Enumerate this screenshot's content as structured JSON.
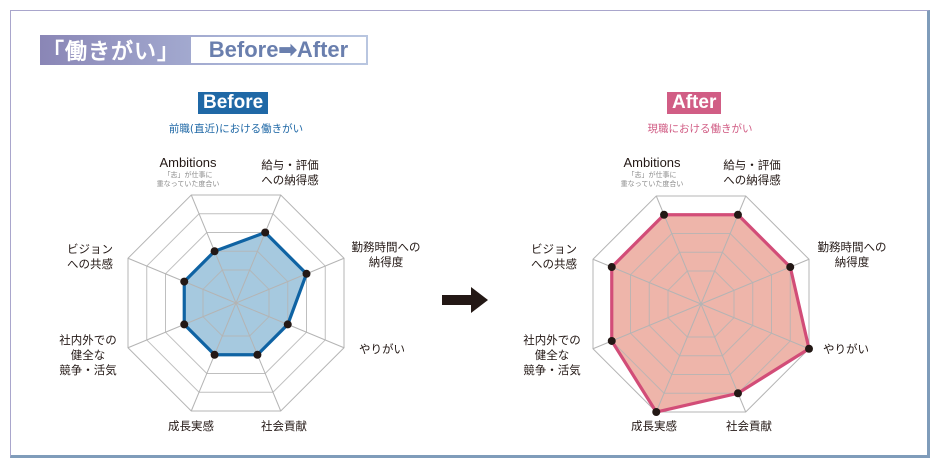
{
  "title": {
    "main": "「働きがい」",
    "sub": "Before➡After"
  },
  "colors": {
    "before_line": "#0f63a3",
    "before_fill": "#a6c9df",
    "after_line": "#d24d78",
    "after_fill": "#eeb5aa",
    "grid": "#b4b4b4",
    "grid_inner": "#8f9aa3",
    "dot": "#231815",
    "before_badge": "#1f68a6",
    "after_badge": "#d15d85"
  },
  "arrow": {
    "icon": "right-arrow-icon"
  },
  "chart_data": [
    {
      "type": "radar",
      "title": "Before",
      "subtitle": "前職(直近)における働きがい",
      "axes": [
        "Ambitions",
        "給与・評価への納得感",
        "勤務時間への納得度",
        "やりがい",
        "社会貢献",
        "成長実感",
        "社内外での健全な競争・活気",
        "ビジョンへの共感"
      ],
      "values": [
        2,
        3,
        3,
        2,
        2,
        2,
        2,
        2
      ],
      "rlim": [
        1,
        5
      ],
      "rings": 5,
      "grid": true
    },
    {
      "type": "radar",
      "title": "After",
      "subtitle": "現職における働きがい",
      "axes": [
        "Ambitions",
        "給与・評価への納得感",
        "勤務時間への納得度",
        "やりがい",
        "社会貢献",
        "成長実感",
        "社内外での健全な競争・活気",
        "ビジョンへの共感"
      ],
      "values": [
        4,
        4,
        4,
        5,
        4,
        5,
        4,
        4
      ],
      "rlim": [
        1,
        5
      ],
      "rings": 5,
      "grid": true
    }
  ],
  "labels": {
    "ambitions": "Ambitions",
    "ambitions_note_1": "「志」が仕事に",
    "ambitions_note_2": "重なっていた度合い",
    "salary_1": "給与・評価",
    "salary_2": "への納得感",
    "hours_1": "勤務時間への",
    "hours_2": "納得度",
    "yarigai": "やりがい",
    "social": "社会貢献",
    "growth": "成長実感",
    "competition_1": "社内外での",
    "competition_2": "健全な",
    "competition_3": "競争・活気",
    "vision_1": "ビジョン",
    "vision_2": "への共感"
  }
}
